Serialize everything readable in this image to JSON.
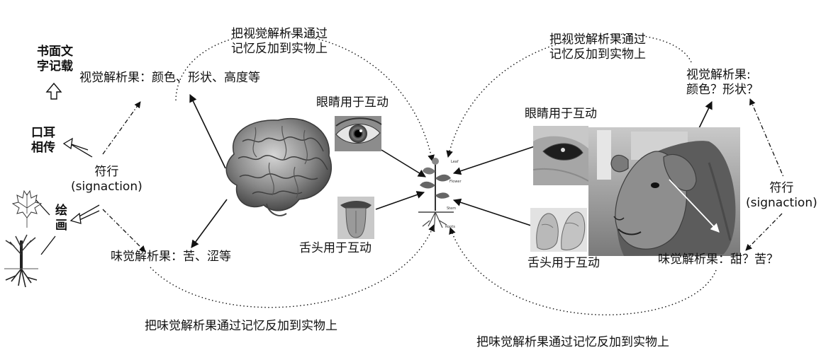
{
  "colors": {
    "ink": "#111111",
    "photo_bg": "#9a9a9a",
    "photo_dark": "#3c3c3c"
  },
  "left": {
    "written_records": [
      "书面文",
      "字记载"
    ],
    "oral_tradition": [
      "口耳",
      "相传"
    ],
    "painting": [
      "绘",
      "画"
    ],
    "signaction": [
      "符行",
      "(signaction)"
    ],
    "visual_result": "视觉解析果：颜色、形状、高度等",
    "taste_result": "味觉解析果：苦、涩等",
    "top_arc_label": [
      "把视觉解析果通过",
      "记忆反加到实物上"
    ],
    "bottom_arc_label": "把味觉解析果通过记忆反加到实物上",
    "eye_label": "眼睛用于互动",
    "tongue_label": "舌头用于互动"
  },
  "right": {
    "top_arc_label": [
      "把视觉解析果通过",
      "记忆反加到实物上"
    ],
    "visual_result": [
      "视觉解析果:",
      "颜色？形状？"
    ],
    "eye_label": "眼睛用于互动",
    "tongue_label": "舌头用于互动",
    "signaction": [
      "符行",
      "(signaction)"
    ],
    "taste_result": "味觉解析果：甜？苦？",
    "bottom_arc_label": "把味觉解析果通过记忆反加到实物上"
  },
  "icons": {
    "brain": "brain-icon",
    "eye": "eye-icon",
    "tongue": "tongue-icon",
    "plant": "plant-icon",
    "sheep": "sheep-icon",
    "sheep_eye": "sheep-eye-icon",
    "sheep_tongue": "sheep-tongue-icon",
    "maple_leaf": "maple-leaf-icon",
    "tree": "tree-icon",
    "up_arrow": "up-arrow-icon"
  }
}
